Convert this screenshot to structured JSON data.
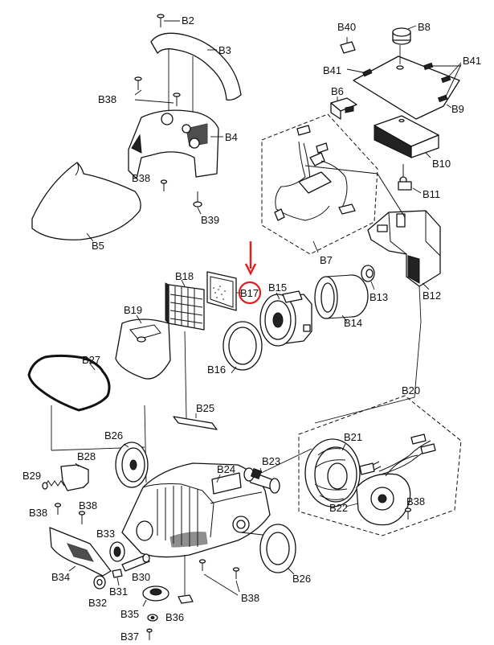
{
  "labels": {
    "B2": "B2",
    "B3": "B3",
    "B4": "B4",
    "B5": "B5",
    "B6": "B6",
    "B7": "B7",
    "B8": "B8",
    "B9": "B9",
    "B10": "B10",
    "B11": "B11",
    "B12": "B12",
    "B13": "B13",
    "B14": "B14",
    "B15": "B15",
    "B16": "B16",
    "B17": "B17",
    "B18": "B18",
    "B19": "B19",
    "B20": "B20",
    "B21": "B21",
    "B22": "B22",
    "B23": "B23",
    "B24": "B24",
    "B25": "B25",
    "B26a": "B26",
    "B26b": "B26",
    "B27": "B27",
    "B28": "B28",
    "B29": "B29",
    "B30": "B30",
    "B31": "B31",
    "B32": "B32",
    "B33": "B33",
    "B34": "B34",
    "B35": "B35",
    "B36": "B36",
    "B37": "B37",
    "B38a": "B38",
    "B38b": "B38",
    "B38c": "B38",
    "B38d": "B38",
    "B38e": "B38",
    "B38f": "B38",
    "B39": "B39",
    "B40": "B40",
    "B41a": "B41",
    "B41b": "B41"
  },
  "highlight": {
    "part": "B17",
    "color": "#e02020"
  }
}
